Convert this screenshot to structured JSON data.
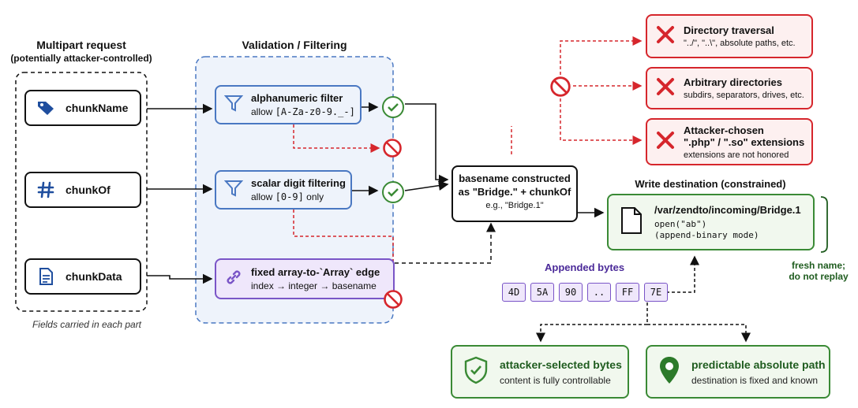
{
  "left": {
    "title": "Multipart request",
    "subtitle": "(potentially attacker-controlled)",
    "caption": "Fields carried in each part",
    "fields": [
      {
        "label": "chunkName",
        "icon": "tag-icon"
      },
      {
        "label": "chunkOf",
        "icon": "hash-icon"
      },
      {
        "label": "chunkData",
        "icon": "document-icon"
      }
    ]
  },
  "validation": {
    "title": "Validation / Filtering",
    "filters": [
      {
        "title": "alphanumeric filter",
        "desc_prefix": "allow ",
        "desc_code": "[A-Za-z0-9._-]",
        "desc_suffix": ""
      },
      {
        "title": "scalar digit filtering",
        "desc_prefix": "allow ",
        "desc_code": "[0-9]",
        "desc_suffix": " only"
      }
    ],
    "edge": {
      "title": "fixed array-to-`Array` edge",
      "desc": "index → integer → basename"
    }
  },
  "basename": {
    "line1": "basename constructed",
    "line2": "as \"Bridge.\" + chunkOf",
    "example": "e.g., \"Bridge.1\""
  },
  "blocked": [
    {
      "title": "Directory traversal",
      "desc": "\"../\", \"..\\\", absolute paths, etc."
    },
    {
      "title": "Arbitrary directories",
      "desc": "subdirs, separators, drives, etc."
    },
    {
      "title_line1": "Attacker-chosen",
      "title_line2": "\".php\" / \".so\" extensions",
      "desc": "extensions are not honored"
    }
  ],
  "destination": {
    "title": "Write destination (constrained)",
    "path": "/var/zendto/incoming/Bridge.1",
    "code1": "open(\"ab\")",
    "code2": "(append-binary mode)",
    "note_line1": "fresh name;",
    "note_line2": "do not replay"
  },
  "bytes": {
    "label": "Appended bytes",
    "values": [
      "4D",
      "5A",
      "90",
      "..",
      "FF",
      "7E"
    ]
  },
  "outcomes": [
    {
      "title": "attacker-selected bytes",
      "desc": "content is fully controllable",
      "icon": "shield-check-icon"
    },
    {
      "title": "predictable absolute path",
      "desc": "destination is fixed and known",
      "icon": "map-pin-icon"
    }
  ],
  "colors": {
    "blue": "#4a78c2",
    "red": "#d6262c",
    "green": "#3a8a35",
    "purple": "#7a55c7",
    "navy": "#1f4e9e"
  }
}
